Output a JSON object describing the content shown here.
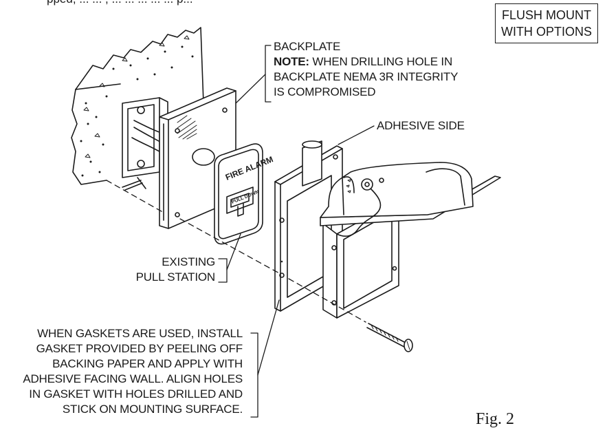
{
  "top_fragment": "pped, ... ... , ... ... ... ... ... p...",
  "title": {
    "line1": "FLUSH MOUNT",
    "line2": "WITH OPTIONS"
  },
  "backplate": {
    "line1": "BACKPLATE",
    "note_label": "NOTE:",
    "note_line1": " WHEN DRILLING HOLE IN",
    "line3": "BACKPLATE NEMA 3R INTEGRITY",
    "line4": "IS COMPROMISED"
  },
  "adhesive": "ADHESIVE SIDE",
  "existing": {
    "line1": "EXISTING",
    "line2": "PULL STATION"
  },
  "gasket_note": [
    "WHEN GASKETS ARE USED, INSTALL",
    "GASKET PROVIDED BY PEELING OFF",
    "BACKING PAPER AND APPLY WITH",
    "ADHESIVE FACING WALL. ALIGN HOLES",
    "IN GASKET WITH HOLES DRILLED AND",
    "STICK ON MOUNTING SURFACE."
  ],
  "pull_station_text": {
    "fire_alarm": "FIRE ALARM",
    "pull_down": "PULL DOWN"
  },
  "figure_label": "Fig. 2"
}
